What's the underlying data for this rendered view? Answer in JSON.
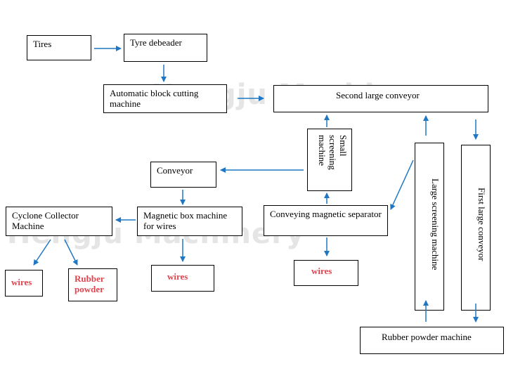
{
  "watermark": "Hengju Machinery",
  "colors": {
    "arrow": "#1f77c4",
    "output_text": "#e0454f",
    "border": "#000000"
  },
  "boxes": {
    "tires": "Tires",
    "tyre_debeader": "Tyre debeader",
    "block_cutting": "Automatic block cutting machine",
    "second_conveyor": "Second large conveyor",
    "small_screening": "Small screening machine",
    "conveyor": "Conveyor",
    "magnetic_box": "Magnetic box machine for wires",
    "cyclone": "Cyclone Collector Machine",
    "conveying_separator": "Conveying magnetic separator",
    "large_screening": "Large screening machine",
    "first_conveyor": "First large conveyor",
    "rubber_powder_machine": "Rubber powder machine",
    "wires_1": "wires",
    "rubber_powder": "Rubber powder",
    "wires_2": "wires",
    "wires_3": "wires"
  }
}
